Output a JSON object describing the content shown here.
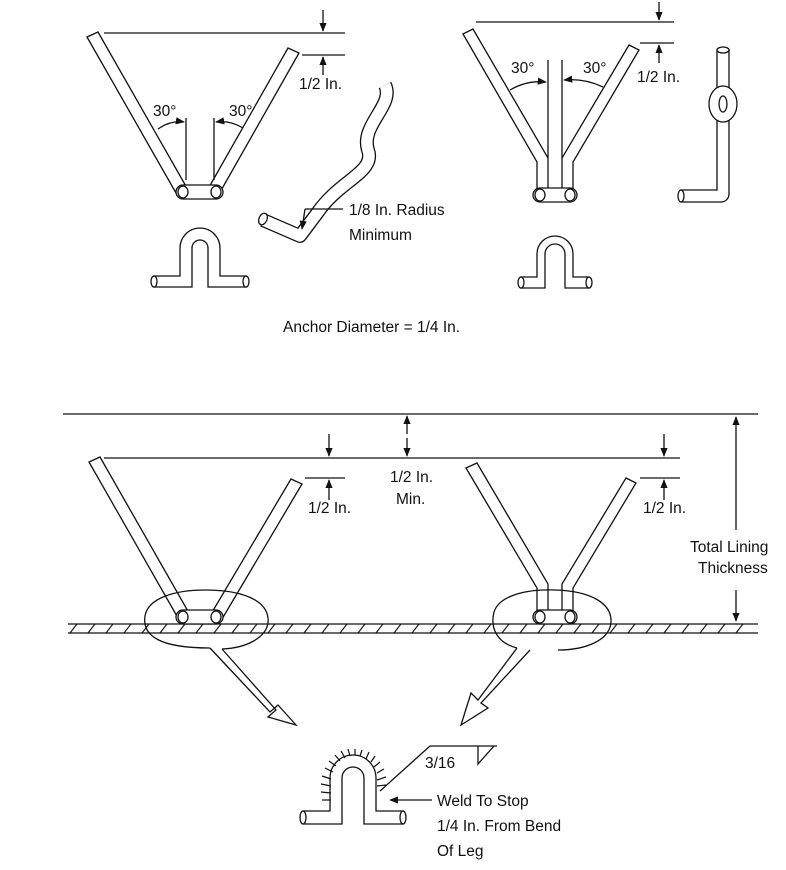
{
  "labels": {
    "half_in": "1/2 In.",
    "angle": "30°",
    "radius_line1": "1/8 In. Radius",
    "radius_line2": "Minimum",
    "anchor_diameter": "Anchor Diameter = 1/4 In.",
    "half_in_min_line1": "1/2 In.",
    "half_in_min_line2": "Min.",
    "total_lining_line1": "Total Lining",
    "total_lining_line2": "Thickness",
    "weld_size": "3/16",
    "weld_note_line1": "Weld To Stop",
    "weld_note_line2": "1/4 In. From Bend",
    "weld_note_line3": "Of Leg"
  }
}
